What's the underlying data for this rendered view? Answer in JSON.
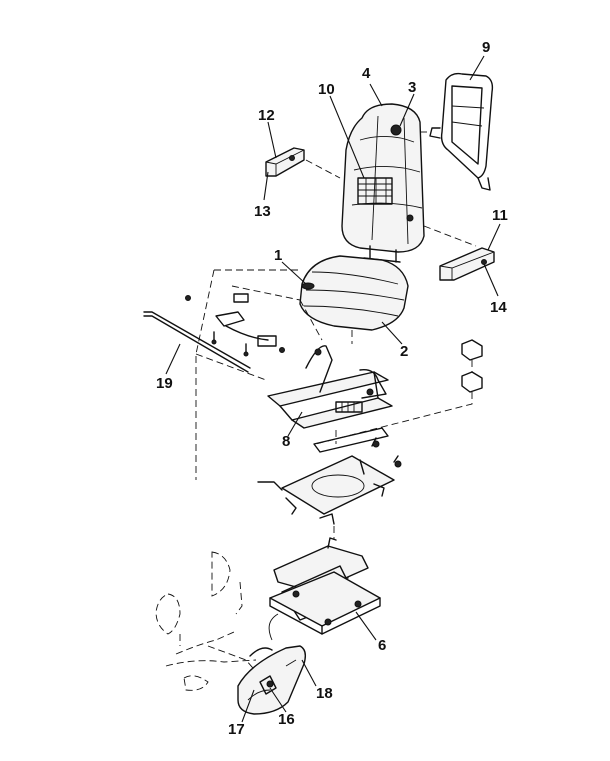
{
  "callouts": {
    "c1": "1",
    "c2": "2",
    "c3": "3",
    "c4": "4",
    "c6": "6",
    "c8": "8",
    "c9": "9",
    "c10": "10",
    "c11": "11",
    "c12": "12",
    "c13": "13",
    "c14": "14",
    "c16": "16",
    "c17": "17",
    "c18": "18",
    "c19": "19"
  }
}
